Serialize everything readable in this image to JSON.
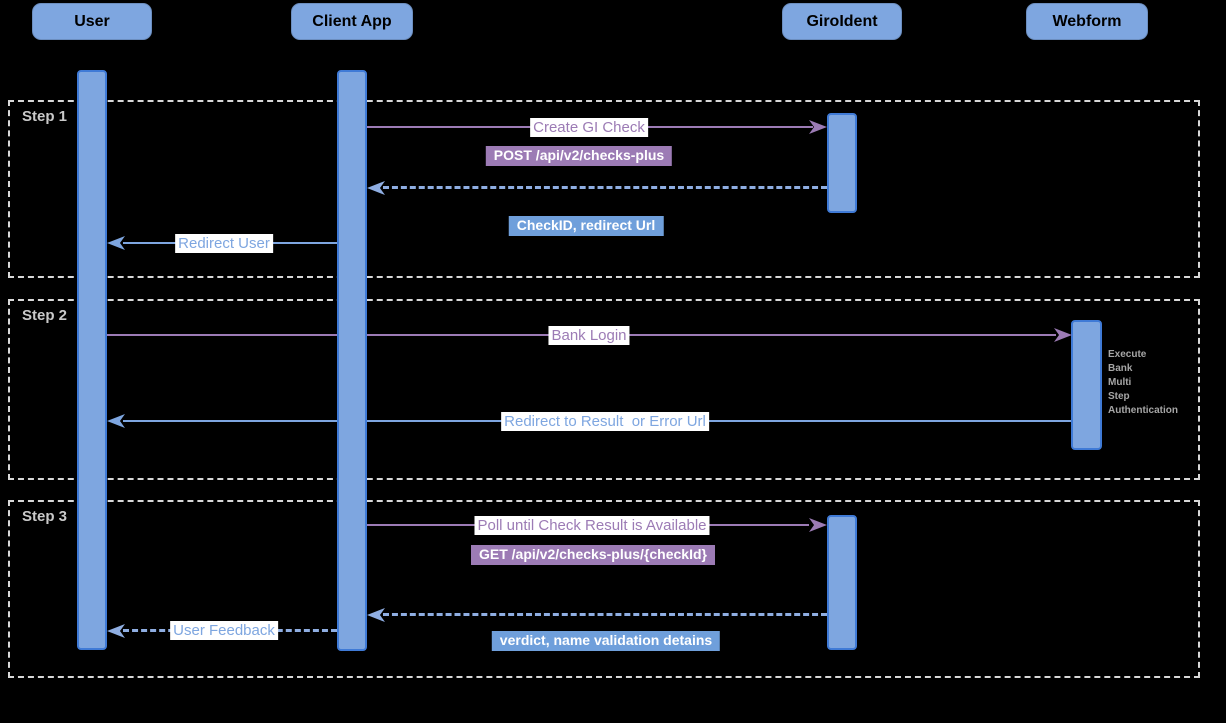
{
  "diagram": {
    "actors": [
      {
        "label": "User"
      },
      {
        "label": "Client App"
      },
      {
        "label": "GiroIdent"
      },
      {
        "label": "Webform"
      }
    ],
    "step1": {
      "label": "Step 1",
      "create_check": "Create GI Check",
      "post_endpoint": "POST /api/v2/checks-plus",
      "response_payload": "CheckID, redirect Url",
      "redirect_user": "Redirect User"
    },
    "step2": {
      "label": "Step 2",
      "bank_login": "Bank Login",
      "redirect_result": "Redirect to Result  or Error Url",
      "webform_note": [
        "Execute",
        "Bank",
        "Multi",
        "Step",
        "Authentication"
      ]
    },
    "step3": {
      "label": "Step 3",
      "poll": "Poll until Check Result is Available",
      "get_endpoint": "GET /api/v2/checks-plus/{checkId}",
      "response_payload": "verdict, name validation detains",
      "user_feedback": "User Feedback"
    },
    "colors": {
      "background": "#000000",
      "actor_fill": "#7EA6E0",
      "activation_border": "#3F7AD6",
      "purple_accent": "#9C7BB5",
      "blue_accent": "#7EA6E0",
      "dashed_blue": "#8FAEE2",
      "blue_badge": "#6F9FDB",
      "frame_border": "#D8D8D8"
    }
  }
}
